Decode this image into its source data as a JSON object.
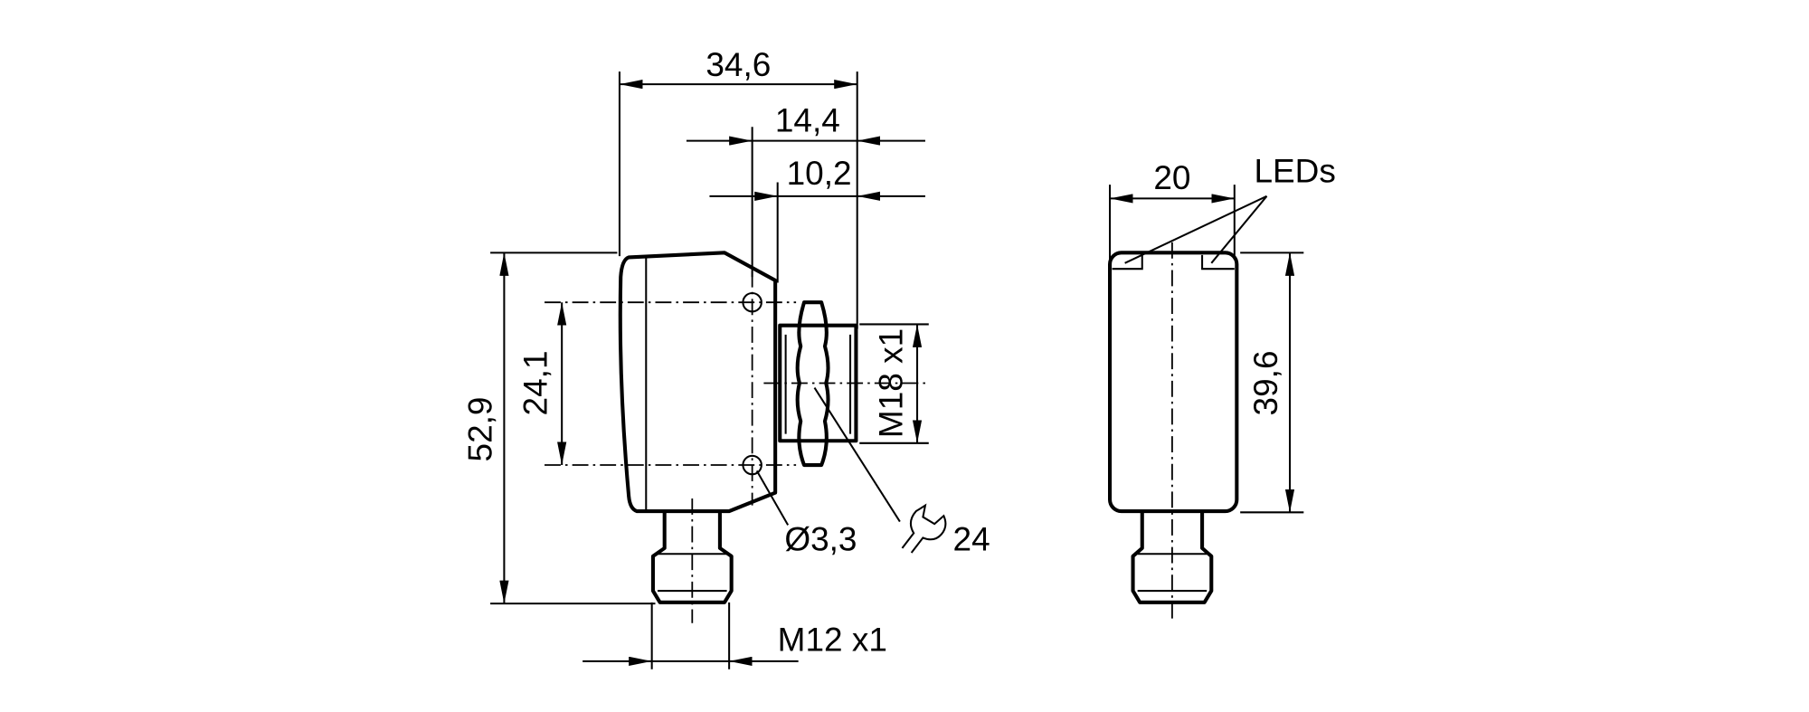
{
  "title": "Dimension drawing",
  "front_view": {
    "dim_overall_depth": "34,6",
    "dim_flange_depth": "14,4",
    "dim_thread_depth": "10,2",
    "dim_height": "52,9",
    "dim_hole_spacing": "24,1",
    "thread_front": "M18 x1",
    "hole_diameter": "Ø3,3",
    "wrench_size": "24",
    "connector_thread": "M12 x1"
  },
  "side_view": {
    "dim_width": "20",
    "dim_body_height": "39,6",
    "leds_label": "LEDs"
  },
  "colors": {
    "line": "#000000",
    "background": "#ffffff"
  }
}
